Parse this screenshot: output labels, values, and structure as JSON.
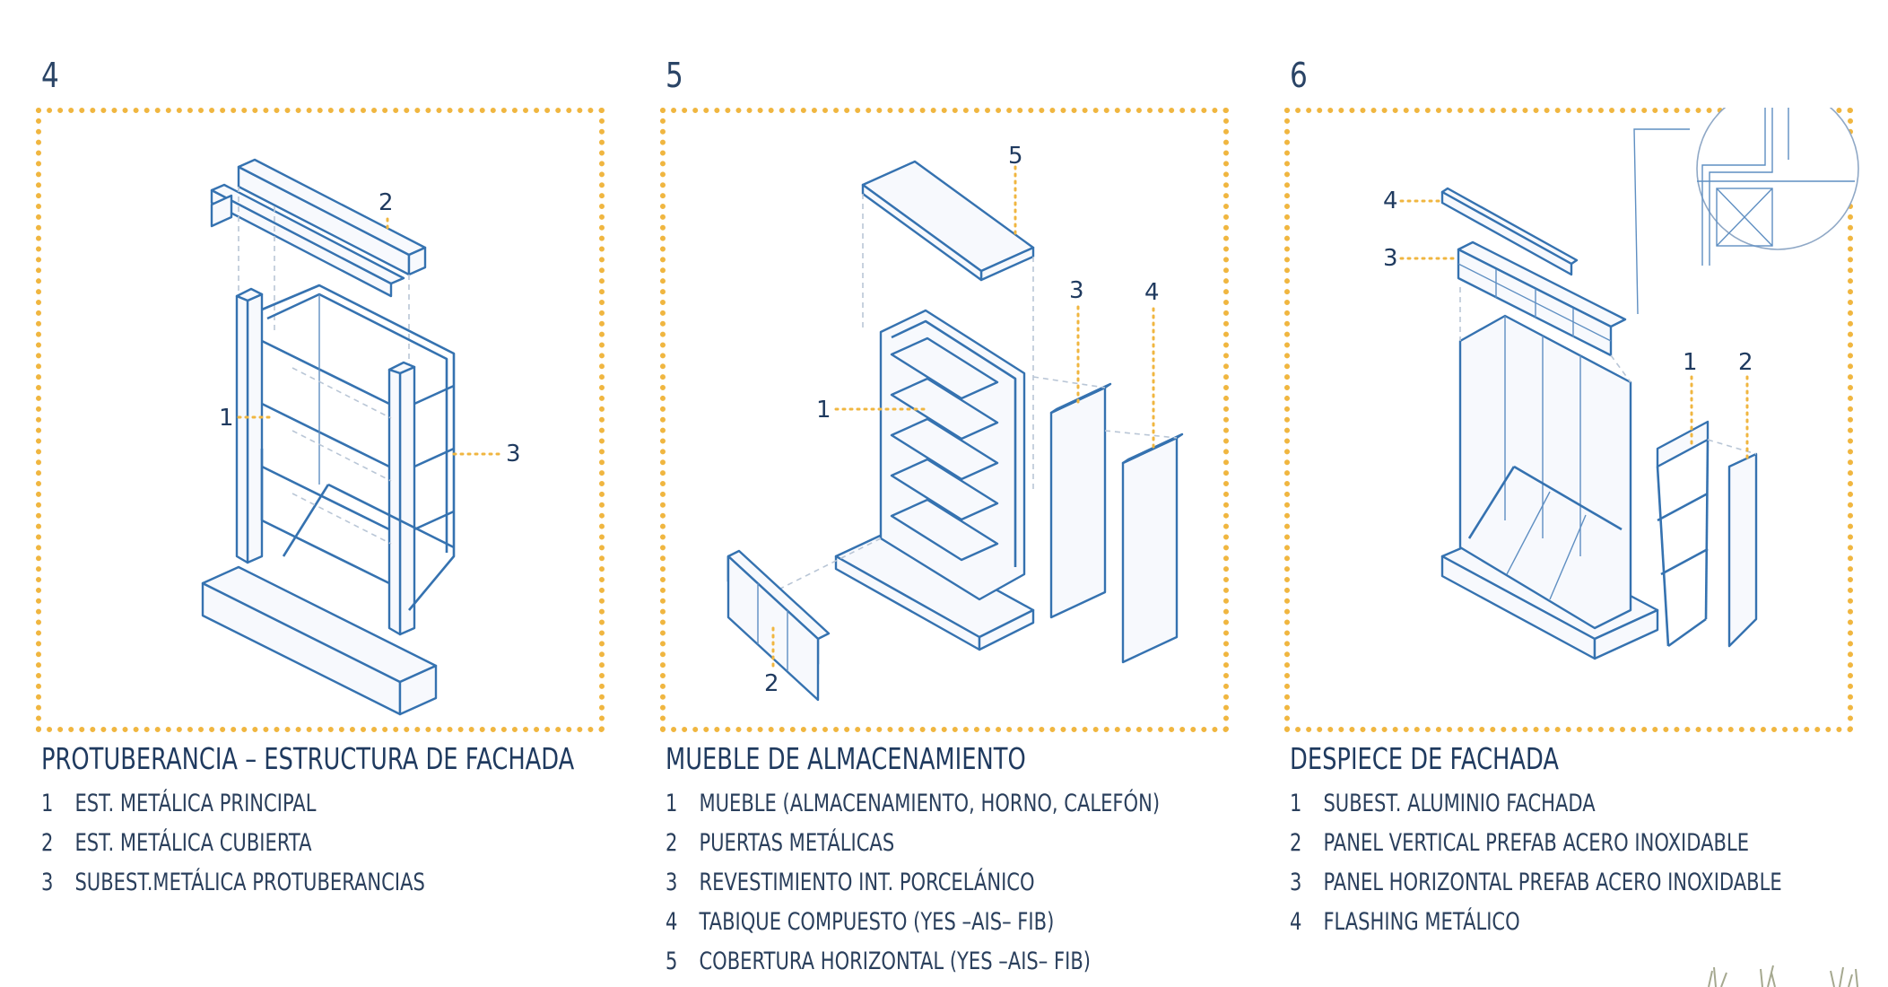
{
  "panels": [
    {
      "number": "4",
      "title": "PROTUBERANCIA – ESTRUCTURA DE FACHADA",
      "legend": [
        {
          "num": "1",
          "text": "EST. METÁLICA PRINCIPAL"
        },
        {
          "num": "2",
          "text": "EST. METÁLICA CUBIERTA"
        },
        {
          "num": "3",
          "text": "SUBEST.METÁLICA PROTUBERANCIAS"
        }
      ],
      "callouts": [
        "1",
        "2",
        "3"
      ]
    },
    {
      "number": "5",
      "title": "MUEBLE DE ALMACENAMIENTO",
      "legend": [
        {
          "num": "1",
          "text": "MUEBLE (ALMACENAMIENTO, HORNO, CALEFÓN)"
        },
        {
          "num": "2",
          "text": "PUERTAS METÁLICAS"
        },
        {
          "num": "3",
          "text": "REVESTIMIENTO INT. PORCELÁNICO"
        },
        {
          "num": "4",
          "text": "TABIQUE COMPUESTO (YES –AIS– FIB)"
        },
        {
          "num": "5",
          "text": "COBERTURA HORIZONTAL (YES –AIS– FIB)"
        }
      ],
      "callouts": [
        "1",
        "2",
        "3",
        "4",
        "5"
      ]
    },
    {
      "number": "6",
      "title": "DESPIECE DE FACHADA",
      "legend": [
        {
          "num": "1",
          "text": "SUBEST. ALUMINIO FACHADA"
        },
        {
          "num": "2",
          "text": "PANEL VERTICAL PREFAB ACERO INOXIDABLE"
        },
        {
          "num": "3",
          "text": "PANEL HORIZONTAL PREFAB ACERO INOXIDABLE"
        },
        {
          "num": "4",
          "text": "FLASHING METÁLICO"
        }
      ],
      "callouts": [
        "1",
        "2",
        "3",
        "4"
      ]
    }
  ],
  "colors": {
    "frame_dots": "#f0b640",
    "drawing_lines": "#3572b0",
    "text": "#1f3a5f"
  }
}
